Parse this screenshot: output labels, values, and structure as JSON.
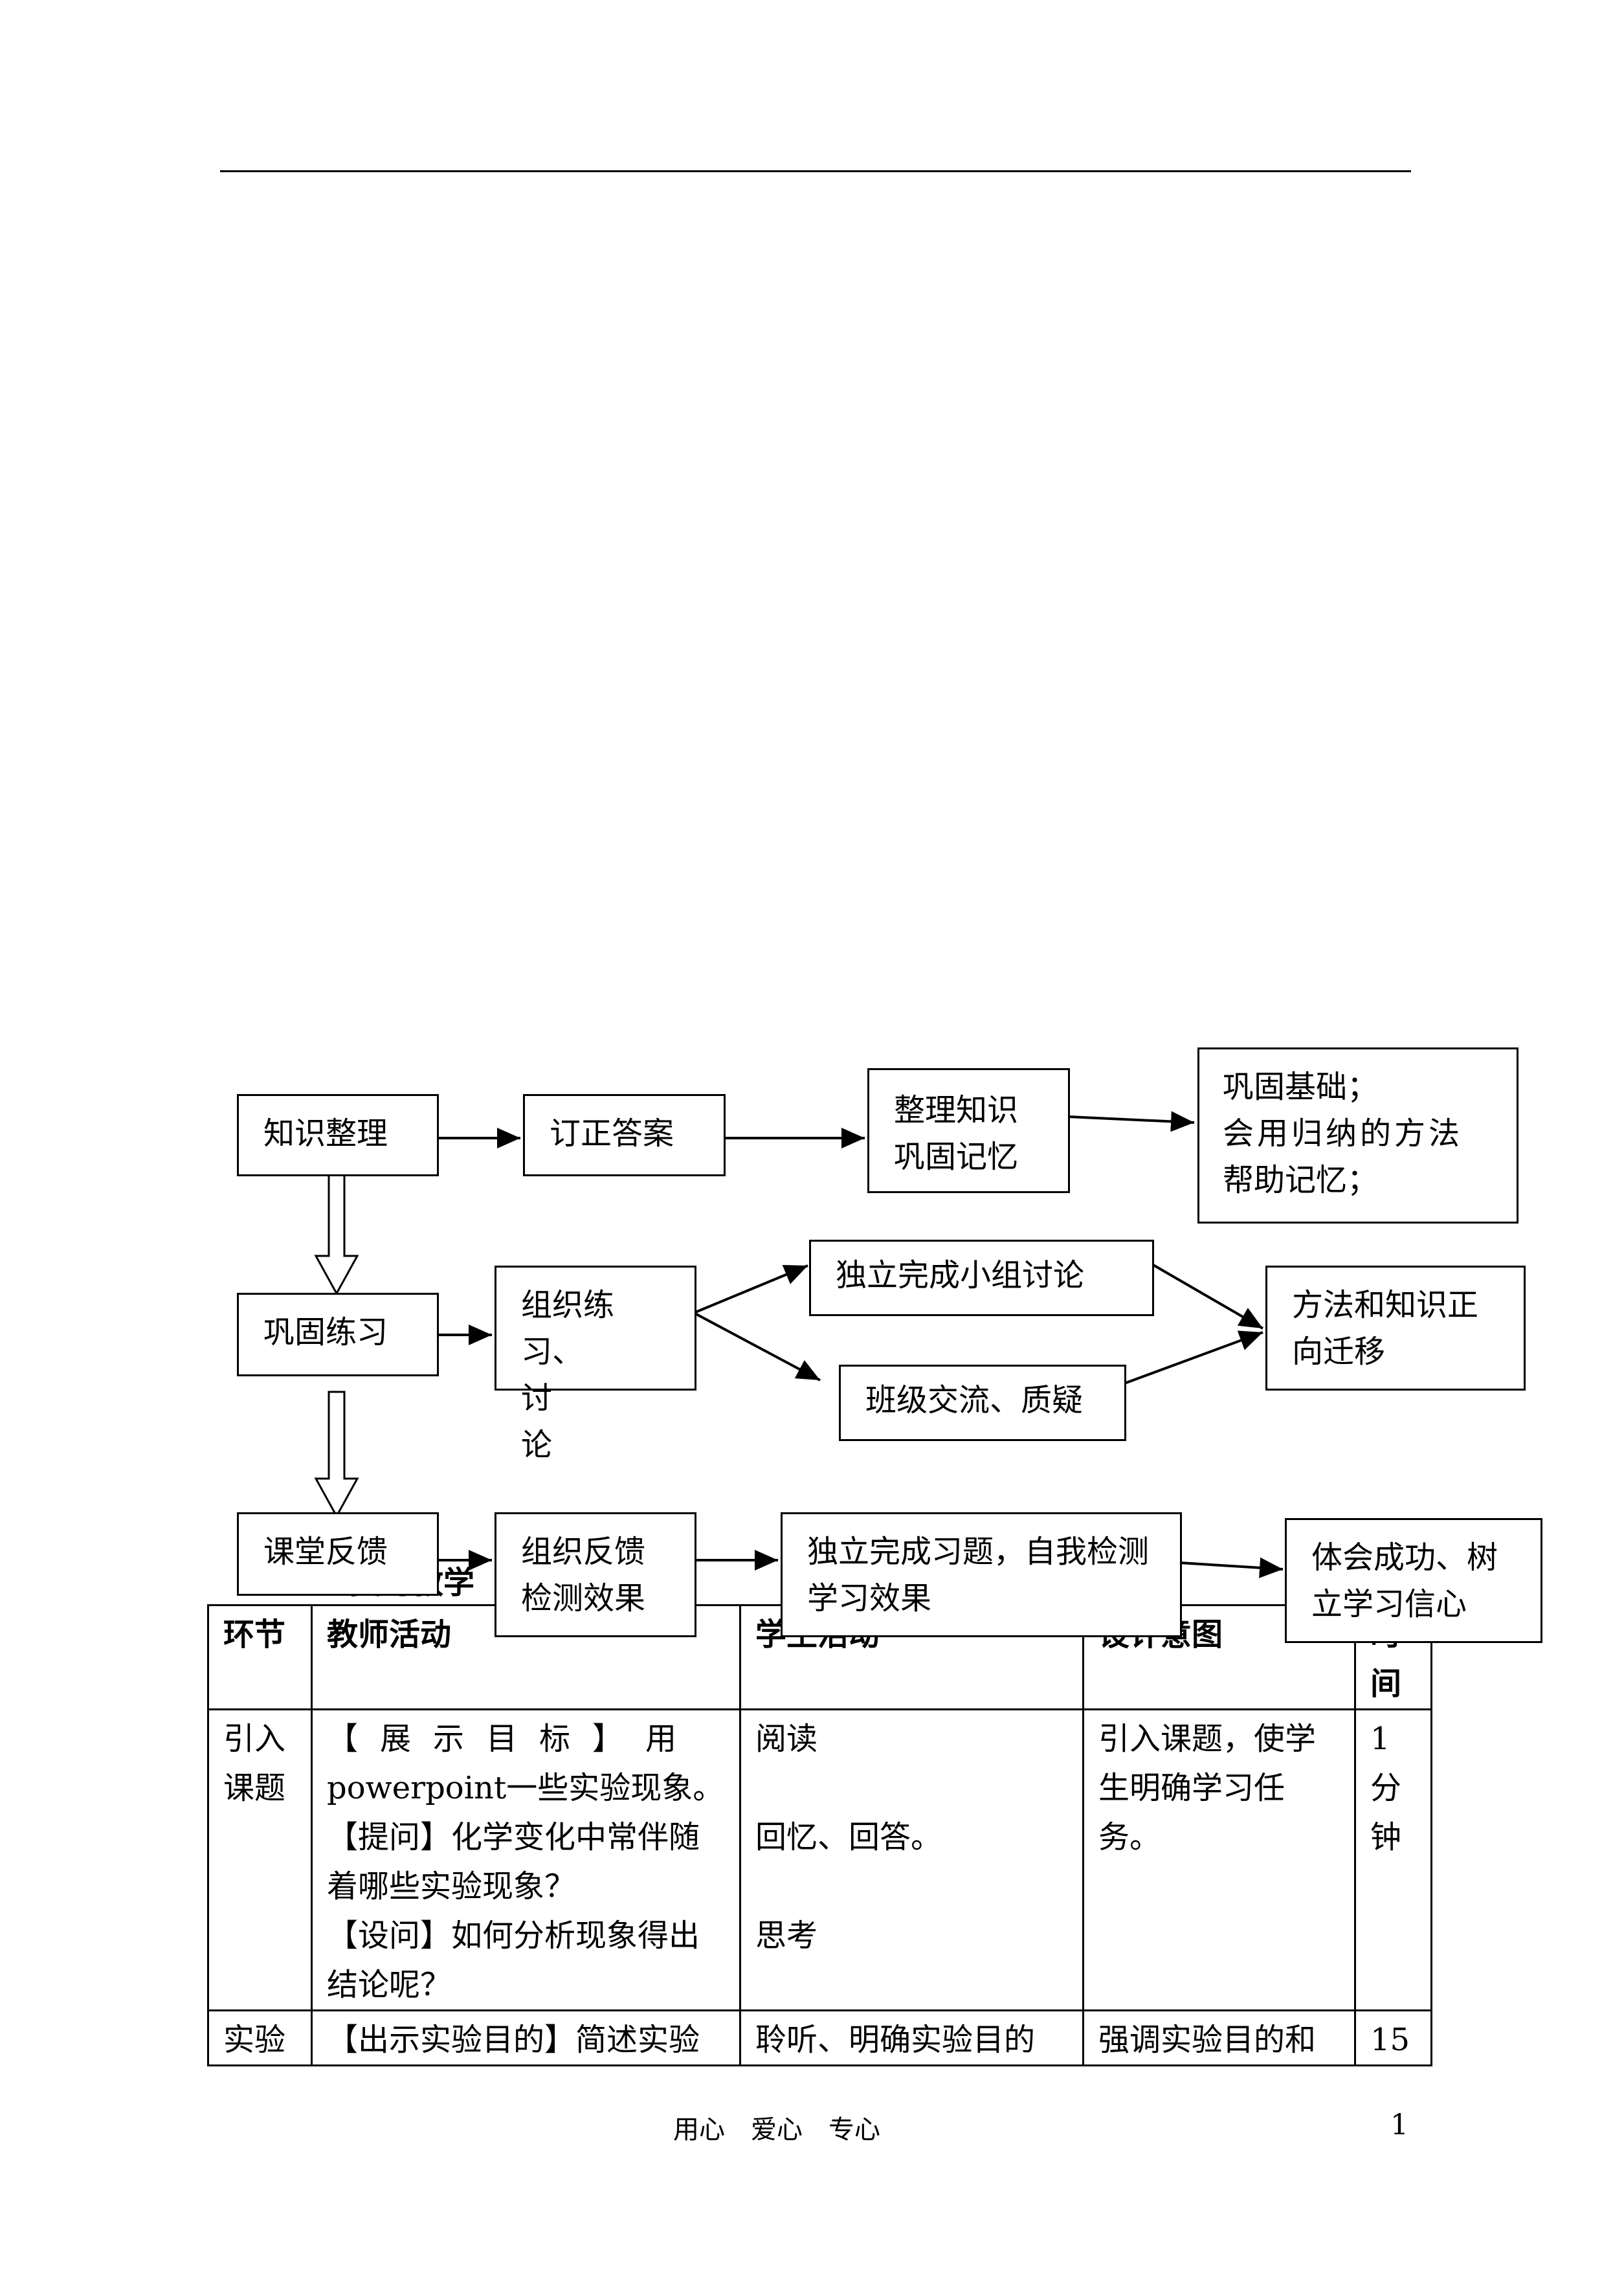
{
  "flowchart": {
    "row1": {
      "b1": [
        "知识整理"
      ],
      "b2": [
        "订正答案"
      ],
      "b3": [
        "整理知识",
        "巩固记忆"
      ],
      "b4": [
        "巩固基础；",
        "会用归纳的方法",
        "帮助记忆；"
      ]
    },
    "row2": {
      "b1": [
        "巩固练习"
      ],
      "b2": [
        "组织练习、",
        "讨论"
      ],
      "b3": [
        "独立完成小组讨论"
      ],
      "b4": [
        "班级交流、质疑"
      ],
      "b5": [
        "方法和知识正",
        "向迁移"
      ]
    },
    "row3": {
      "b1": [
        "课堂反馈"
      ],
      "b2": [
        "组织反馈",
        "检测效果"
      ],
      "b3": [
        "独立完成习题，自我检测",
        "学习效果"
      ],
      "b4": [
        "体会成功、树",
        "立学习信心"
      ]
    }
  },
  "section_heading": "五、复习教学",
  "table": {
    "headers": [
      "环节",
      "教师活动",
      "学生活动",
      "设计意图",
      "时间"
    ],
    "rows": [
      {
        "stage": [
          "引入",
          "课题"
        ],
        "teacher": [
          "【展示目标】用",
          "powerpoint一些实验现象。",
          "【提问】化学变化中常伴随",
          "着哪些实验现象？",
          "【设问】如何分析现象得出",
          "结论呢？"
        ],
        "student": [
          "阅读",
          "",
          "回忆、回答。",
          "",
          "思考"
        ],
        "intent": [
          "引入课题，使学",
          "生明确学习任务。"
        ],
        "time": [
          "1",
          "分",
          "钟"
        ]
      },
      {
        "stage": [
          "实验"
        ],
        "teacher": [
          "【出示实验目的】简述实验"
        ],
        "student": [
          "聆听、明确实验目的"
        ],
        "intent": [
          "强调实验目的和"
        ],
        "time": [
          "15"
        ]
      }
    ]
  },
  "footer": {
    "text": "用心　爱心　专心",
    "page": "1"
  }
}
